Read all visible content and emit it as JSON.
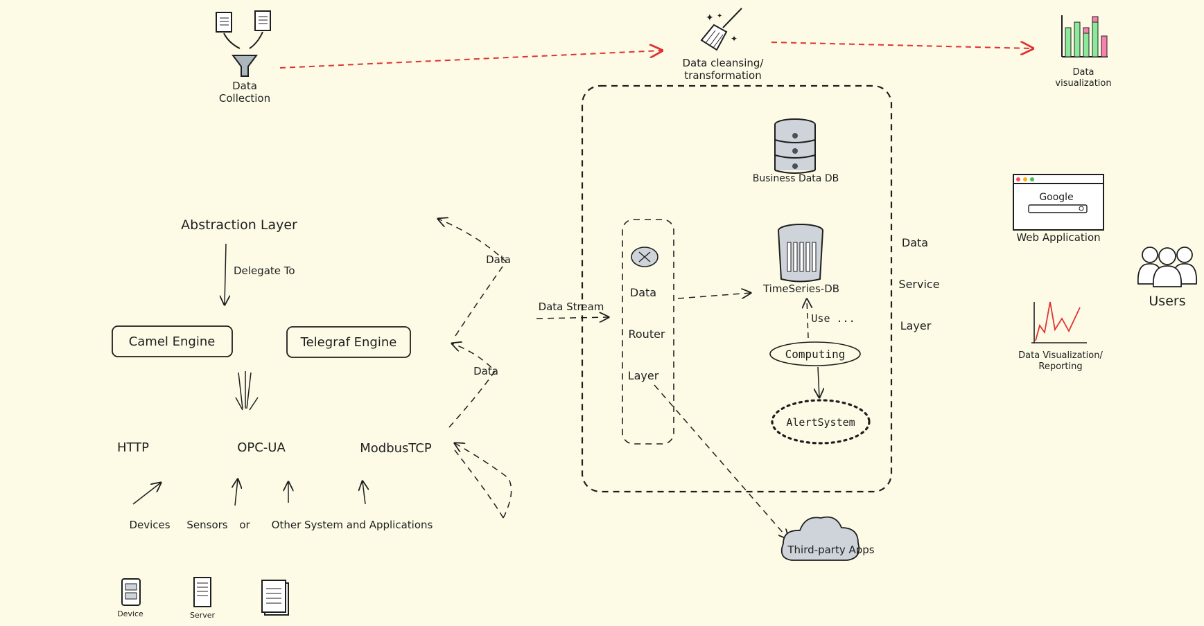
{
  "pipeline": {
    "collection": "Data\nCollection",
    "cleansing": "Data cleansing/\ntransformation",
    "visualization": "Data\nvisualization"
  },
  "ingest": {
    "abstraction_layer": "Abstraction Layer",
    "delegate_to": "Delegate To",
    "camel_engine": "Camel Engine",
    "telegraf_engine": "Telegraf Engine",
    "protocols": [
      "HTTP",
      "OPC-UA",
      "ModbusTCP"
    ],
    "sources": [
      "Devices",
      "Sensors",
      "or",
      "Other System and Applications"
    ],
    "data_label_top": "Data",
    "data_label_bottom": "Data",
    "data_stream": "Data Stream",
    "icons": {
      "device": "Device",
      "server": "Server"
    }
  },
  "service": {
    "router": [
      "Data",
      "Router",
      "Layer"
    ],
    "business_db": "Business Data DB",
    "timeseries_db": "TimeSeries-DB",
    "use": "Use ...",
    "computing": "Computing",
    "alert": "AlertSystem",
    "layer_label": [
      "Data",
      "Service",
      "Layer"
    ],
    "third_party": "Third-party Apps"
  },
  "consumers": {
    "web_app": "Web Application",
    "google": "Google",
    "users": "Users",
    "reporting": "Data Visualization/\nReporting"
  },
  "colors": {
    "background": "#fdfbe6",
    "ink": "#1e1e1e",
    "pipeline_arrow": "#e03131",
    "db_fill": "#ced4da"
  }
}
